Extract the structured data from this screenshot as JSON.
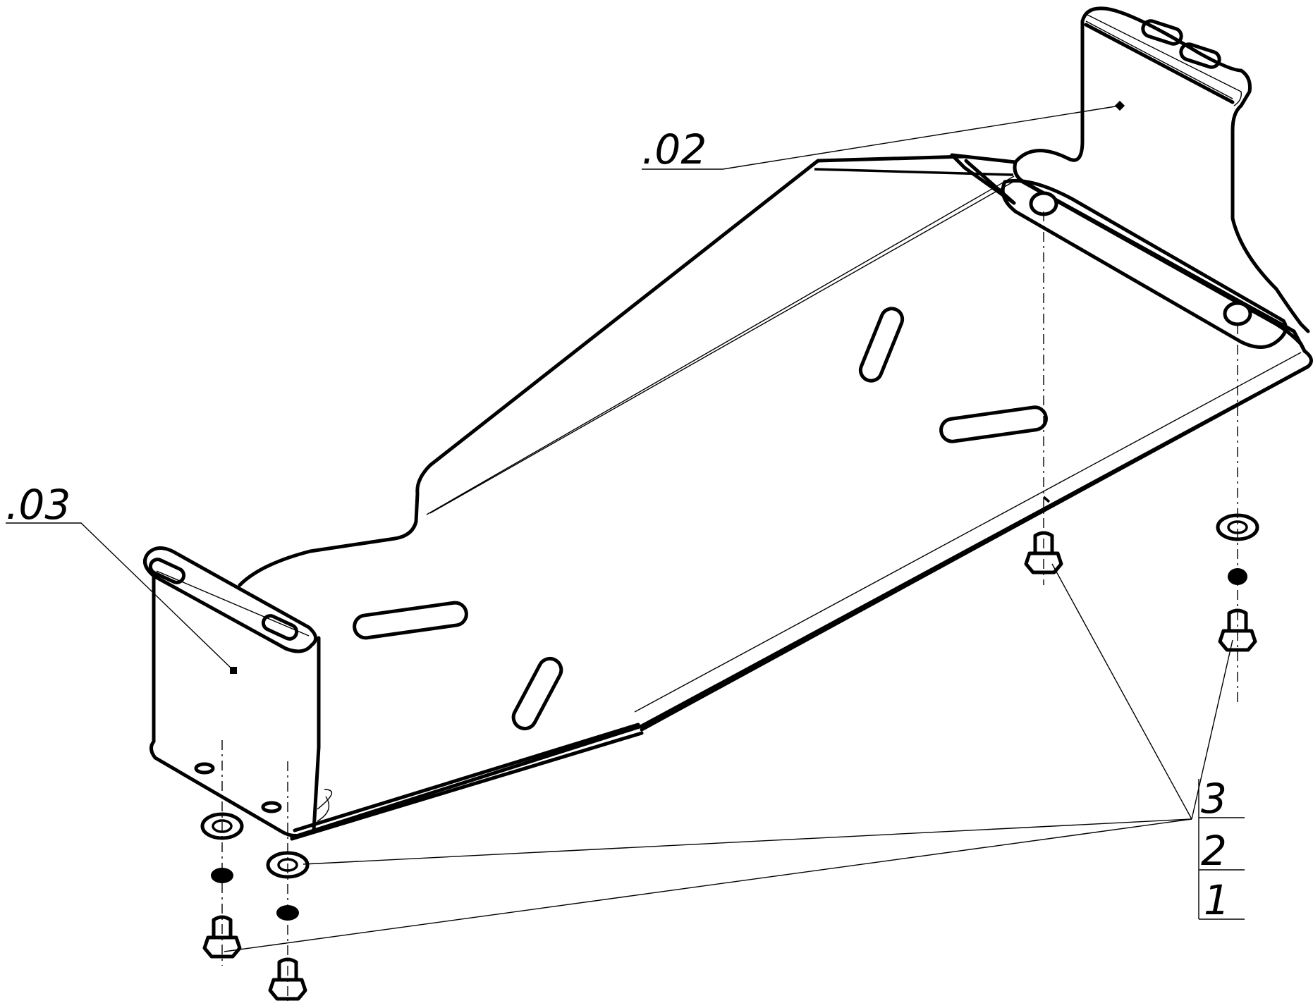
{
  "callouts": {
    "part_02": ".02",
    "part_03": ".03",
    "item_1": "1",
    "item_2": "2",
    "item_3": "3"
  }
}
